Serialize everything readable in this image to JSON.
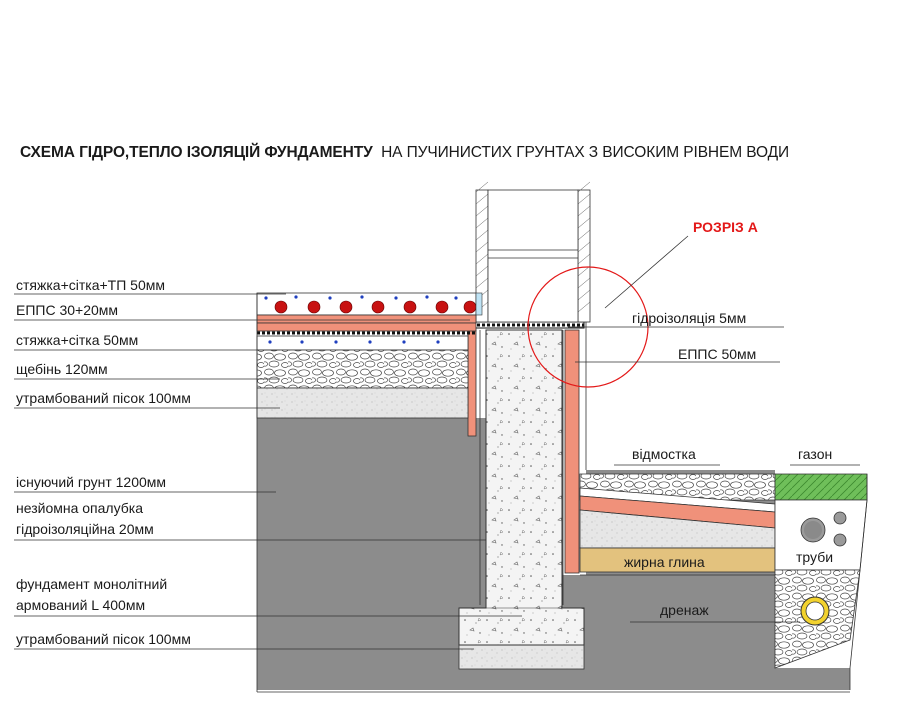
{
  "title": {
    "bold": "СХЕМА ГІДРО,ТЕПЛО ІЗОЛЯЦІЙ ФУНДАМЕНТУ",
    "normal": "НА ПУЧИНИСТИХ ГРУНТАХ З ВИСОКИМ РІВНЕМ ВОДИ"
  },
  "labels": {
    "screed_mesh_tp": "стяжка+сітка+ТП  50мм",
    "epps_30_20": "ЕППС 30+20мм",
    "screed_mesh": "стяжка+сітка 50мм",
    "gravel": "щебінь 120мм",
    "sand_top": "утрамбований пісок 100мм",
    "soil": "існуючий грунт 1200мм",
    "formwork_line1": "незйомна опалубка",
    "formwork_line2": "гідроізоляційна 20мм",
    "foundation_line1": "фундамент монолітний",
    "foundation_line2": "армований L 400мм",
    "sand_bottom": "утрамбований пісок 100мм",
    "section": "РОЗРІЗ А",
    "waterproofing": "гідроізоляція 5мм",
    "epps_50": "ЕППС 50мм",
    "blind_area": "відмостка",
    "lawn": "газон",
    "clay": "жирна глина",
    "pipes": "труби",
    "drainage": "дренаж"
  },
  "colors": {
    "soil": "#8c8c8c",
    "insulation": "#f0917a",
    "clay": "#e3c27e",
    "grass": "#6fbf5a",
    "accent_red": "#e31818",
    "pipe_fill": "#c81212",
    "dot_blue": "#1f3fbf",
    "drain_pipe": "#f2d22e"
  }
}
